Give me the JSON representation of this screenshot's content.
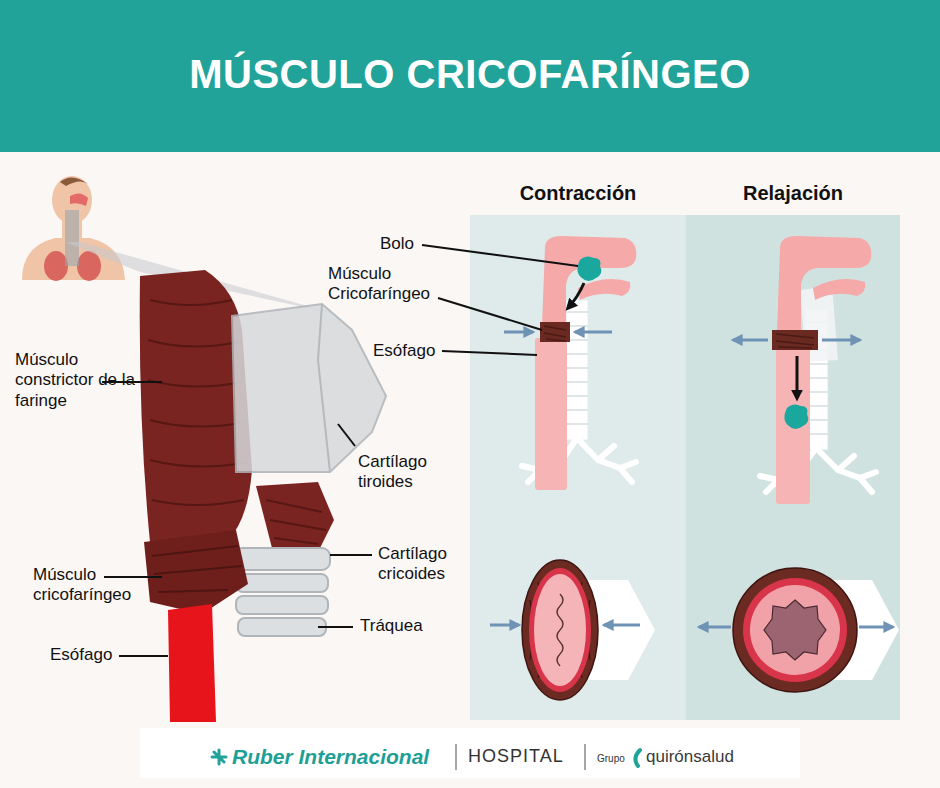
{
  "diagram": {
    "title": "MÚSCULO CRICOFARÍNGEO",
    "labels": [
      "Contracción",
      "Relajación",
      "Bolo",
      "Músculo Cricofaríngeo",
      "Esófago",
      "Músculo constrictor de la faringe",
      "Cartílago tiroides",
      "Cartílago cricoides",
      "Músculo cricofaríngeo",
      "Tráquea",
      "Esófago",
      "Ruber Internacional",
      "HOSPITAL",
      "Grupo",
      "quirónsalud"
    ]
  }
}
